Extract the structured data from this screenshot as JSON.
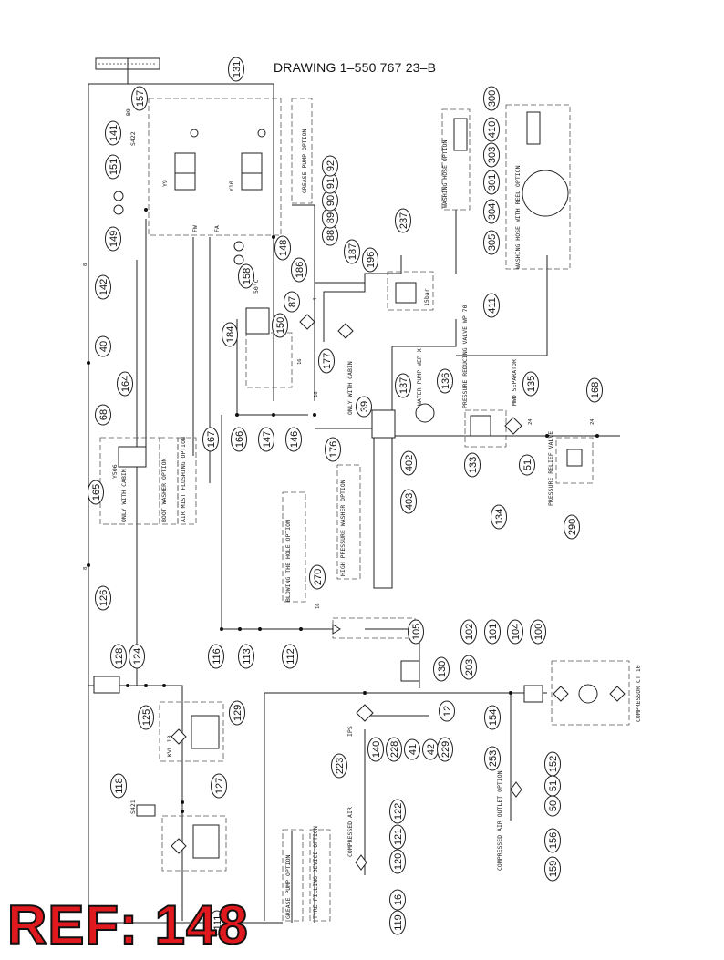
{
  "title": "DRAWING  1–550 767 23–B",
  "ref_stamp": "REF: 148",
  "colors": {
    "stamp": "#e0191e",
    "line": "#222222"
  },
  "component_numbers": [
    "131",
    "157",
    "141",
    "151",
    "149",
    "142",
    "40",
    "164",
    "68",
    "165",
    "126",
    "128",
    "124",
    "125",
    "129",
    "118",
    "127",
    "116",
    "113",
    "112",
    "167",
    "166",
    "147",
    "146",
    "176",
    "184",
    "150",
    "158",
    "148",
    "88",
    "89",
    "90",
    "91",
    "92",
    "87",
    "186",
    "187",
    "196",
    "177",
    "237",
    "39",
    "137",
    "136",
    "135",
    "168",
    "402",
    "403",
    "133",
    "51",
    "134",
    "290",
    "270",
    "105",
    "102",
    "101",
    "104",
    "100",
    "130",
    "203",
    "154",
    "12",
    "140",
    "228",
    "41",
    "42",
    "229",
    "223",
    "253",
    "152",
    "51",
    "50",
    "156",
    "159",
    "120",
    "121",
    "122",
    "119",
    "16",
    "300",
    "410",
    "303",
    "301",
    "304",
    "305",
    "411",
    "111"
  ],
  "labels": {
    "grease_pump_option": "GREASE PUMP OPTION",
    "washing_hose_option": "WASHING HOSE OPTION",
    "washing_hose_reel": "WASHING HOSE WITH REEL OPTION",
    "only_with_cabin": "ONLY WITH CABIN",
    "only_with_cabin_2": "ONLY WITH CABIN",
    "boot_washer": "BOOT WASHER OPTION",
    "air_mist": "AIR MIST FLUSHING OPTION",
    "blowing_hole": "BLOWING THE HOLE OPTION",
    "hp_washer": "HIGH PRESSURE WASHER OPTION",
    "water_pump": "WATER PUMP WEP X",
    "pressure_reducing": "PRESSURE REDUCING VALVE WP 70",
    "mwd_separator": "MWD SEPARATOR",
    "pressure_relief": "PRESSURE RELIEF VALVE",
    "compressor": "COMPRESSOR CT 10",
    "compressed_air": "COMPRESSED AIR",
    "compressed_air_outlet": "COMPRESSED AIR OUTLET OPTION",
    "grease_pump_option_2": "GREASE PUMP OPTION",
    "tyre_filling": "TYRE FILLING DEVICE OPTION",
    "kvl": "KVL 10",
    "y9": "Y9",
    "y10": "Y10",
    "b9": "B9",
    "s422": "S422",
    "s421": "S421",
    "y506": "Y506",
    "fw": "FW",
    "fa": "FA",
    "ips": "IPS",
    "temp": "50°C",
    "bar": "15bar",
    "n8": "8",
    "n16": "16",
    "n4": "4",
    "n24": "24"
  }
}
